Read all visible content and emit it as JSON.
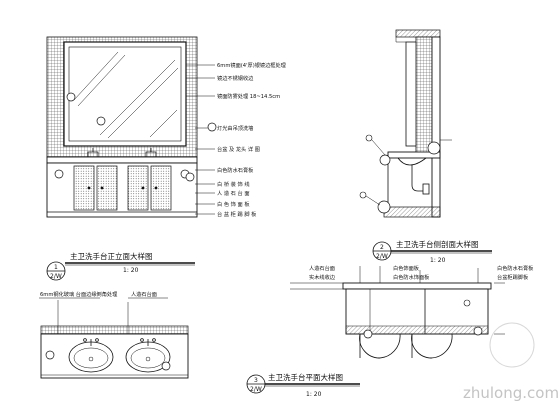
{
  "elevation_front": {
    "annotations": [
      "6mm镜面(4'厚)银镜边框处理",
      "镜边不锈钢收边",
      "镜面防雾处理 18~14.5cm",
      "灯光由吊顶洗墙",
      "台盆 及 龙头 详 图",
      "白色防水石膏板",
      "白 桥 装 饰 线",
      "人 造 石 台 面",
      "白 色 饰 面 板",
      "台 盆 柜 踢 脚 板"
    ]
  },
  "section_side": {},
  "view1": {
    "title": "主卫洗手台正立面大样图",
    "scale": "1: 20",
    "ref_num": "1",
    "ref_sheet": "2/W"
  },
  "view2": {
    "title": "主卫洗手台侧剖面大样图",
    "scale": "1: 20",
    "ref_num": "2",
    "ref_sheet": "2/W",
    "annotations_left": [
      "人造石台面",
      "实木线收边"
    ],
    "annotations_mid": [
      "白色饰面板",
      "白色防水饰面板"
    ],
    "annotations_right": [
      "白色防水石膏板",
      "台盆柜踢脚板"
    ]
  },
  "view3": {
    "title": "主卫洗手台平面大样图",
    "scale": "1: 20",
    "ref_num": "3",
    "ref_sheet": "2/W",
    "annotations": [
      "6mm钢化玻璃 台面边缘倒角处理",
      "人造石台面"
    ]
  },
  "watermark": {
    "text": "zhulong.com"
  }
}
